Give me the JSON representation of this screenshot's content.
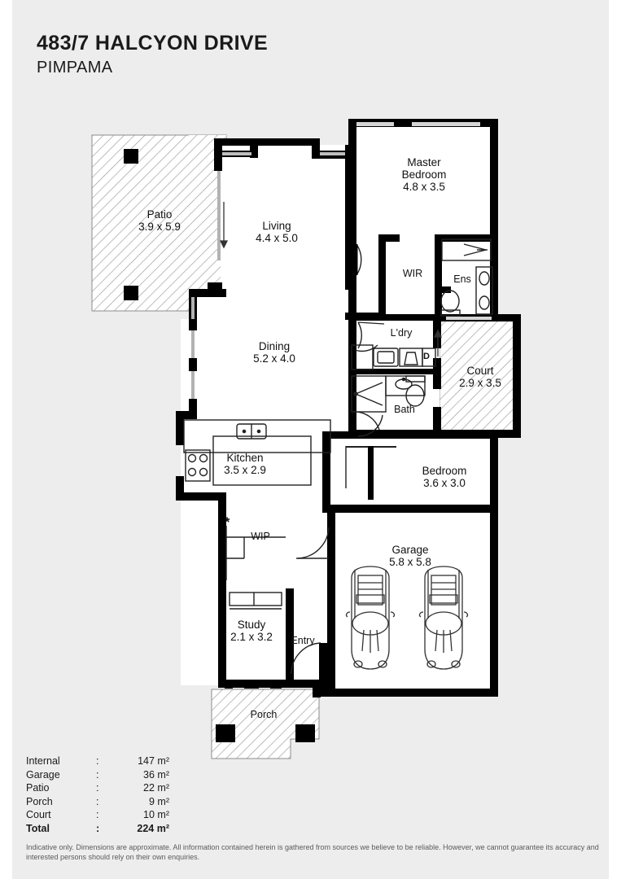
{
  "document": {
    "address_line1": "483/7 HALCYON DRIVE",
    "address_line2": "PIMPAMA",
    "background_color": "#ededed",
    "page_color": "#ffffff",
    "wall_color": "#000000",
    "text_color": "#111111"
  },
  "rooms": [
    {
      "id": "patio",
      "name": "Patio",
      "dimensions": "3.9 x 5.9",
      "type": "hatched"
    },
    {
      "id": "living",
      "name": "Living",
      "dimensions": "4.4 x 5.0",
      "type": "internal"
    },
    {
      "id": "master",
      "name": "Master Bedroom",
      "name_line1": "Master",
      "name_line2": "Bedroom",
      "dimensions": "4.8 x 3.5",
      "type": "internal"
    },
    {
      "id": "wir",
      "name": "WIR",
      "dimensions": "",
      "type": "internal"
    },
    {
      "id": "ens",
      "name": "Ens",
      "dimensions": "",
      "type": "internal"
    },
    {
      "id": "dining",
      "name": "Dining",
      "dimensions": "5.2 x 4.0",
      "type": "internal"
    },
    {
      "id": "ldry",
      "name": "L'dry",
      "dimensions": "",
      "type": "internal"
    },
    {
      "id": "bath",
      "name": "Bath",
      "dimensions": "",
      "type": "internal"
    },
    {
      "id": "court",
      "name": "Court",
      "dimensions": "2.9 x 3.5",
      "type": "hatched"
    },
    {
      "id": "kitchen",
      "name": "Kitchen",
      "dimensions": "3.5 x 2.9",
      "type": "internal"
    },
    {
      "id": "wip",
      "name": "WIP",
      "dimensions": "",
      "type": "internal"
    },
    {
      "id": "bedroom",
      "name": "Bedroom",
      "dimensions": "3.6 x 3.0",
      "type": "internal"
    },
    {
      "id": "garage",
      "name": "Garage",
      "dimensions": "5.8 x 5.8",
      "type": "internal"
    },
    {
      "id": "study",
      "name": "Study",
      "dimensions": "2.1 x 3.2",
      "type": "internal"
    },
    {
      "id": "entry",
      "name": "Entry",
      "dimensions": "",
      "type": "internal"
    },
    {
      "id": "porch",
      "name": "Porch",
      "dimensions": "",
      "type": "hatched"
    }
  ],
  "markers": {
    "dryer": "D",
    "pantry_star": "*"
  },
  "areas": {
    "rows": [
      {
        "label": "Internal",
        "colon": ":",
        "value": "147 m²"
      },
      {
        "label": "Garage",
        "colon": ":",
        "value": "36 m²"
      },
      {
        "label": "Patio",
        "colon": ":",
        "value": "22 m²"
      },
      {
        "label": "Porch",
        "colon": ":",
        "value": "9 m²"
      },
      {
        "label": "Court",
        "colon": ":",
        "value": "10 m²"
      }
    ],
    "total": {
      "label": "Total",
      "colon": ":",
      "value": "224 m²"
    }
  },
  "disclaimer": "Indicative only. Dimensions are approximate. All information contained herein is gathered from sources we believe to be reliable. However, we cannot guarantee its accuracy and interested persons should rely on their own enquiries."
}
